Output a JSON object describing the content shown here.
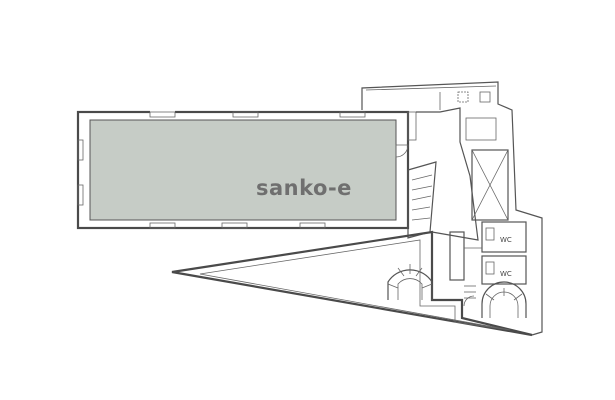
{
  "watermark": "sanko-e",
  "rooms": {
    "wc_upper": "WC",
    "wc_lower": "WC"
  },
  "colors": {
    "office_fill": "#c6ccc6",
    "wall": "#555555",
    "background": "#ffffff"
  }
}
